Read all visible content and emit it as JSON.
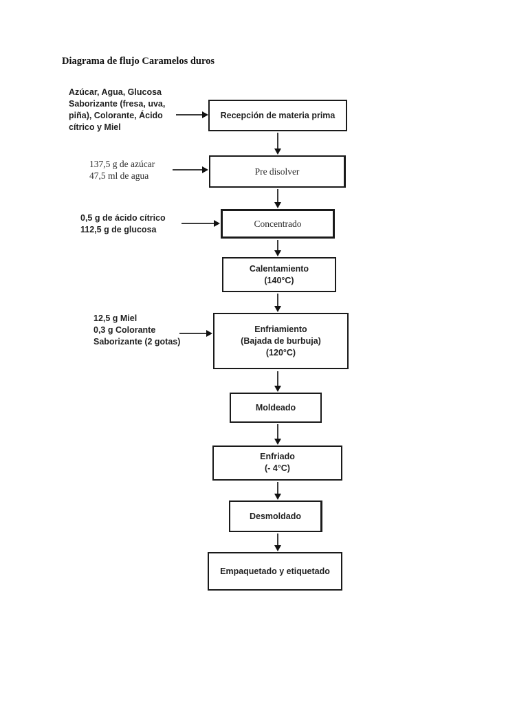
{
  "document": {
    "title": "Diagrama de flujo Caramelos duros",
    "background_color": "#ffffff",
    "line_color": "#1a1a1a"
  },
  "flowchart": {
    "inputs": [
      {
        "name": "ingredientes",
        "lines": [
          "Azúcar, Agua, Glucosa",
          "Saborizante (fresa, uva,",
          "piña), Colorante, Ácido",
          "cítrico y Miel"
        ],
        "target": "recepcion-de-materia-prima"
      },
      {
        "name": "azucar-agua",
        "lines": [
          "137,5 g de azúcar",
          "47,5 ml de agua"
        ],
        "target": "pre-disolver"
      },
      {
        "name": "acido-glucosa",
        "lines": [
          "0,5 g de ácido cítrico",
          "112,5 g de glucosa"
        ],
        "target": "concentrado"
      },
      {
        "name": "miel-colorante",
        "lines": [
          "12,5 g Miel",
          "0,3 g Colorante",
          "Saborizante (2 gotas)"
        ],
        "target": "enfriamiento"
      }
    ],
    "steps": [
      {
        "name": "recepcion-de-materia-prima",
        "lines": [
          "Recepción de materia prima"
        ]
      },
      {
        "name": "pre-disolver",
        "lines": [
          "Pre disolver"
        ]
      },
      {
        "name": "concentrado",
        "lines": [
          "Concentrado"
        ]
      },
      {
        "name": "calentamiento",
        "lines": [
          "Calentamiento",
          "(140°C)"
        ]
      },
      {
        "name": "enfriamiento",
        "lines": [
          "Enfriamiento",
          "(Bajada de burbuja)",
          "(120°C)"
        ]
      },
      {
        "name": "moldeado",
        "lines": [
          "Moldeado"
        ]
      },
      {
        "name": "enfriado",
        "lines": [
          "Enfriado",
          "(- 4°C)"
        ]
      },
      {
        "name": "desmoldado",
        "lines": [
          "Desmoldado"
        ]
      },
      {
        "name": "empaquetado-y-etiquetado",
        "lines": [
          "Empaquetado y etiquetado"
        ]
      }
    ]
  }
}
